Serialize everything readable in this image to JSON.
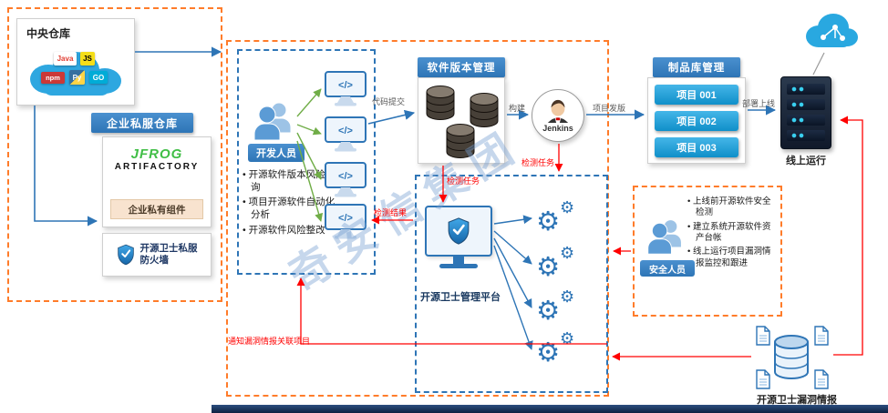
{
  "watermark": "奇安信集团",
  "icons": {
    "code_glyph": "</>",
    "gear_glyph": "⚙"
  },
  "central_repo": {
    "title": "中央仓库",
    "badge_java": "Java",
    "badge_js": "JS",
    "badge_npm": "npm",
    "badge_py": "Py",
    "badge_go": "GO"
  },
  "private_repo": {
    "title": "企业私服仓库",
    "vendor_name": "JFROG",
    "vendor_product": "ARTIFACTORY",
    "private_components": "企业私有组件",
    "firewall_line1": "开源卫士私服",
    "firewall_line2": "防火墙"
  },
  "developer": {
    "title": "开发人员",
    "bullets": [
      "开源软件版本风险查询",
      "项目开源软件自动化分析",
      "开源软件风险整改"
    ]
  },
  "version_mgmt": {
    "title": "软件版本管理"
  },
  "jenkins": {
    "label": "Jenkins"
  },
  "artifact_mgmt": {
    "title": "制品库管理",
    "projects": [
      "项目 001",
      "项目 002",
      "项目 003"
    ]
  },
  "online_running": {
    "label": "线上运行"
  },
  "platform": {
    "title": "开源卫士管理平台"
  },
  "security": {
    "title": "安全人员",
    "bullets": [
      "上线前开源软件安全检测",
      "建立系统开源软件资产台帐",
      "线上运行项目漏洞情报监控和跟进"
    ]
  },
  "vuln_intel": {
    "label": "开源卫士漏洞情报"
  },
  "edges": {
    "code_submit": "代码提交",
    "build": "构建",
    "release": "项目发版",
    "deploy": "部署上线",
    "detect_task_left": "检测任务",
    "detect_task_right": "检测任务",
    "detect_result": "检测结果",
    "notify": "通知漏洞情报关联项目"
  },
  "colors": {
    "accent_blue": "#2e75b6",
    "border_orange": "#ff7c2a",
    "flow_red": "#ff0000",
    "flow_green": "#70ad47",
    "project_blue": "#17a2d9"
  }
}
